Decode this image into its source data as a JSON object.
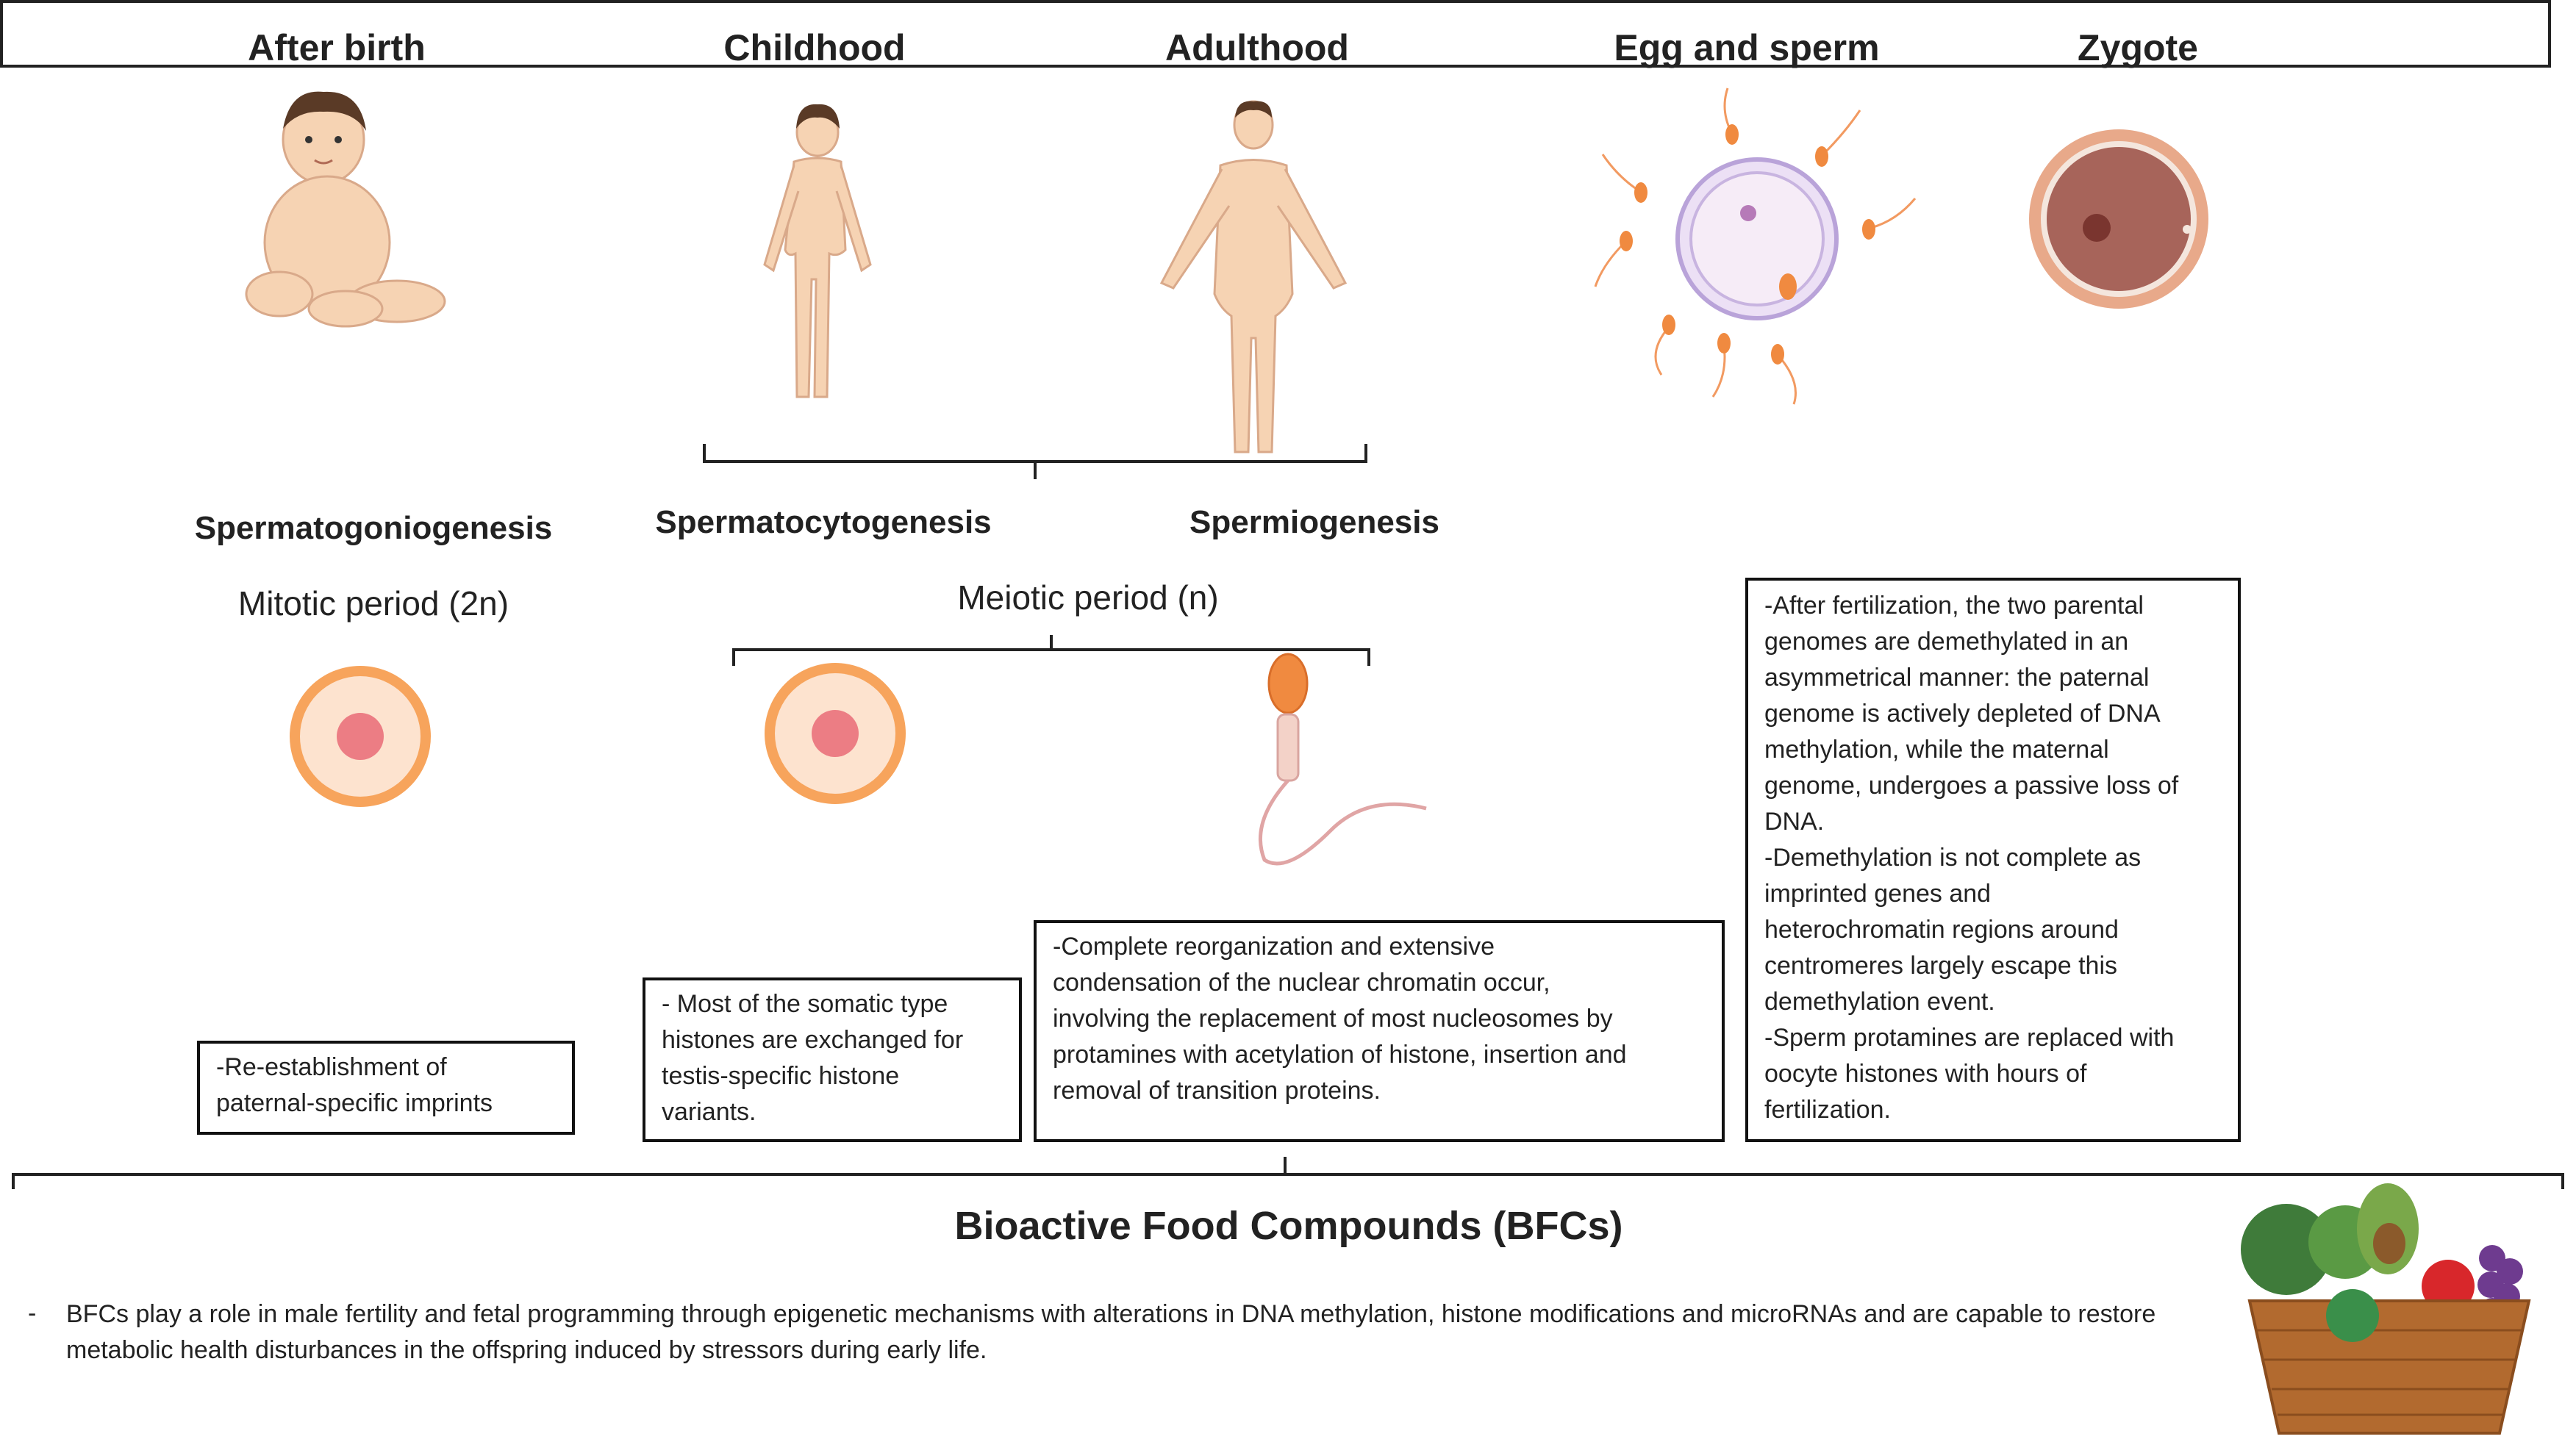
{
  "header": {
    "stages": [
      "After birth",
      "Childhood",
      "Adulthood",
      "Egg and sperm",
      "Zygote"
    ]
  },
  "phases": {
    "spermatogoniogenesis": "Spermatogoniogenesis",
    "spermatocytogenesis": "Spermatocytogenesis",
    "spermiogenesis": "Spermiogenesis"
  },
  "periods": {
    "mitotic": "Mitotic period (2n)",
    "meiotic": "Meiotic period (n)"
  },
  "boxes": {
    "imprints": "-Re-establishment of\npaternal-specific imprints",
    "histones": "- Most of the somatic type\nhistones are exchanged for\ntestis-specific histone\nvariants.",
    "chromatin": "-Complete reorganization and extensive\ncondensation of the nuclear chromatin occur,\ninvolving the replacement of most nucleosomes by\nprotamines with acetylation of histone, insertion and\nremoval of transition proteins.",
    "fertilization": "-After fertilization, the two parental\ngenomes are demethylated in an\nasymmetrical manner: the paternal\ngenome is actively depleted of DNA\nmethylation, while the maternal\ngenome, undergoes a passive loss of\nDNA.\n-Demethylation is not complete as\nimprinted genes and\nheterochromatin regions around\ncentromeres largely escape this\ndemethylation event.\n-Sperm protamines are replaced with\noocyte histones with hours of\nfertilization."
  },
  "bfc": {
    "title": "Bioactive Food Compounds (BFCs)",
    "dash": "-",
    "text": "BFCs play a role in male fertility and fetal programming through epigenetic mechanisms with alterations in DNA methylation, histone modifications and microRNAs and are capable to restore metabolic health disturbances in the offspring induced by stressors during early life."
  },
  "colors": {
    "cell_ring": "#f7a45c",
    "cell_nucleus": "#ec7d84",
    "skin": "#f6d3b3",
    "line": "#222222"
  },
  "icons": [
    "baby-icon",
    "child-icon",
    "adult-man-icon",
    "egg-and-sperm-icon",
    "zygote-icon",
    "germ-cell-icon",
    "sperm-cell-icon",
    "food-basket-icon"
  ]
}
